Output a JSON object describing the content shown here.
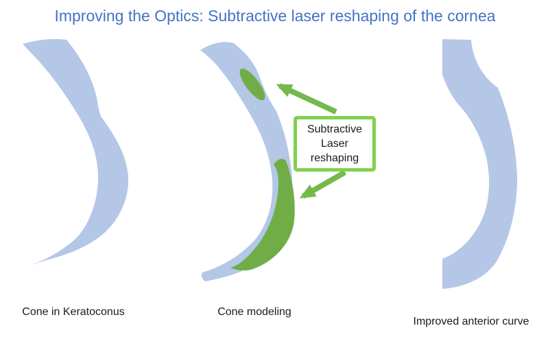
{
  "slide": {
    "title": "Improving the Optics: Subtractive laser reshaping of the cornea",
    "captions": {
      "left": "Cone in Keratoconus",
      "middle": "Cone modeling",
      "right": "Improved anterior curve"
    },
    "callout": {
      "lines": [
        "Subtractive",
        "Laser",
        "reshaping"
      ]
    },
    "colors": {
      "title_blue": "#4472C4",
      "cornea_blue": "#B4C7E7",
      "ablation_green": "#70AD47",
      "arrow_green": "#74B94C",
      "callout_border_green": "#7FD14E",
      "text_color": "#1A1A1A",
      "background": "#FFFFFF"
    }
  }
}
